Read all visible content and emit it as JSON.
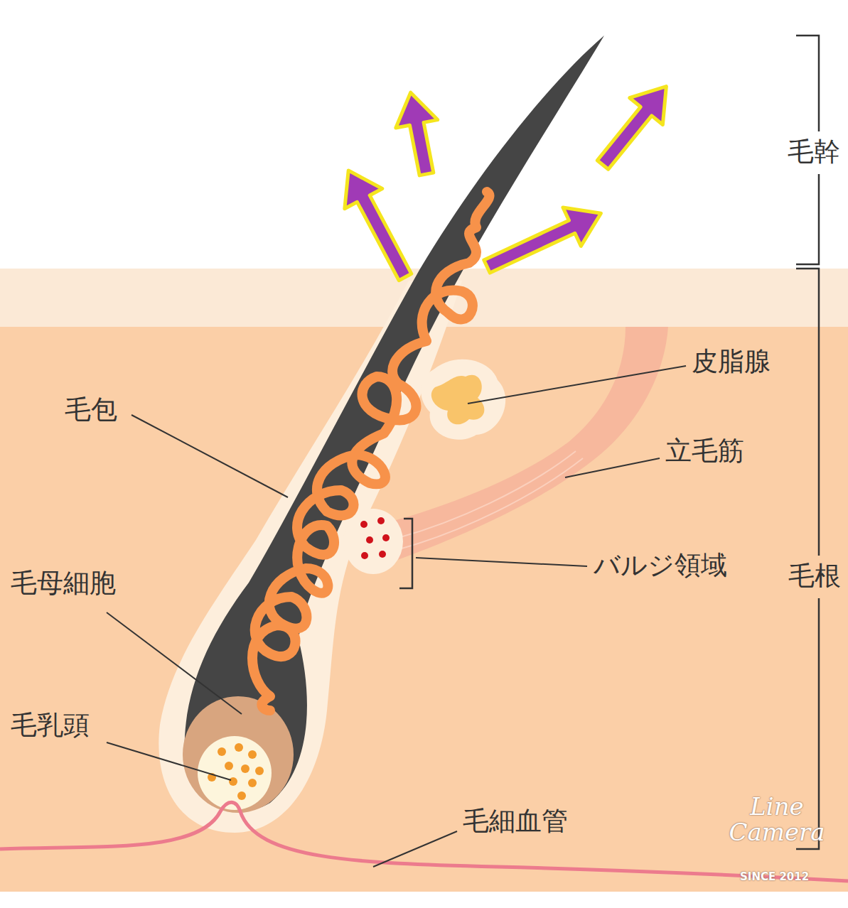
{
  "diagram": {
    "labels": [
      "毛幹",
      "皮脂腺",
      "毛包",
      "立毛筋",
      "バルジ領域",
      "毛根",
      "毛母細胞",
      "毛乳頭",
      "毛細血管",
      "Line Camera",
      "SINCE 2012"
    ]
  }
}
